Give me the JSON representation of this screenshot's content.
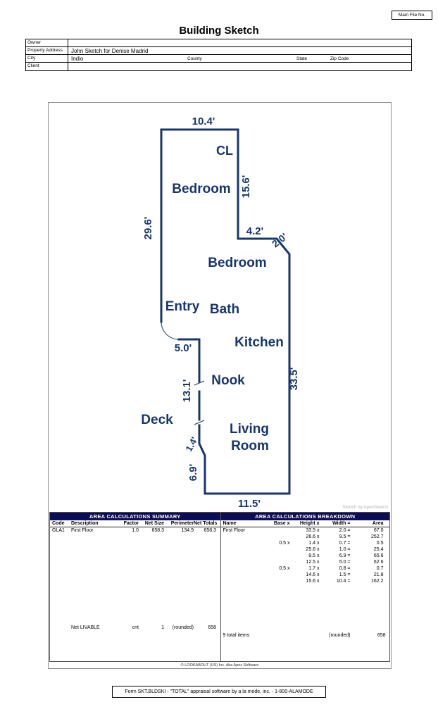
{
  "page": {
    "main_file_label": "Main File No.",
    "title": "Building Sketch",
    "sketch_credit": "Sketch by ApexSketch",
    "copyright": "© LOOKABOUT (US) Inc. dba Apex Software",
    "footer": "Form SKT.BLDSKI - \"TOTAL\" appraisal software by a la mode, inc. - 1-800-ALAMODE"
  },
  "form": {
    "owner_label": "Owner",
    "owner_value": "",
    "property_address_label": "Property Address",
    "property_address_value": "John Sketch for Denise Madrid",
    "city_label": "City",
    "city_value": "Indio",
    "county_label": "County",
    "county_value": "",
    "state_label": "State",
    "state_value": "",
    "zip_label": "Zip Code",
    "zip_value": "",
    "client_label": "Client",
    "client_value": ""
  },
  "sketch": {
    "colors": {
      "line": "#17366e"
    },
    "labels": {
      "dim_top": "10.4'",
      "cl": "CL",
      "bedroom1": "Bedroom",
      "dim_right_top": "15.6'",
      "dim_left": "29.6'",
      "dim_42": "4.2'",
      "dim_20": "2.0'",
      "bedroom2": "Bedroom",
      "entry": "Entry",
      "bath": "Bath",
      "kitchen": "Kitchen",
      "dim_50": "5.0'",
      "nook": "Nook",
      "dim_131": "13.1'",
      "dim_335": "33.5'",
      "deck": "Deck",
      "living1": "Living",
      "living2": "Room",
      "dim_14": "1.4'",
      "dim_69": "6.9'",
      "dim_115": "11.5'"
    }
  },
  "summary": {
    "title": "AREA CALCULATIONS SUMMARY",
    "headers": [
      "Code",
      "Description",
      "Factor",
      "Net Size",
      "Perimeter",
      "Net Totals"
    ],
    "rows": [
      [
        "GLA1",
        "First Floor",
        "1.0",
        "658.3",
        "134.9",
        "658.3"
      ]
    ],
    "footer": [
      "",
      "Net LIVABLE",
      "cnt",
      "1",
      "(rounded)",
      "658"
    ]
  },
  "breakdown": {
    "title": "AREA CALCULATIONS BREAKDOWN",
    "headers": [
      "Name",
      "Base x",
      "Height x",
      "Width =",
      "Area"
    ],
    "group": "First Floor",
    "rows": [
      {
        "base": "",
        "height": "33.5 x",
        "width": "2.0 =",
        "area": "67.0"
      },
      {
        "base": "",
        "height": "26.6 x",
        "width": "9.5 =",
        "area": "252.7"
      },
      {
        "base": "0.5 x",
        "height": "1.4 x",
        "width": "0.7 =",
        "area": "0.5"
      },
      {
        "base": "",
        "height": "25.6 x",
        "width": "1.0 =",
        "area": "25.4"
      },
      {
        "base": "",
        "height": "9.5 x",
        "width": "6.9 =",
        "area": "65.6"
      },
      {
        "base": "",
        "height": "12.5 x",
        "width": "5.0 =",
        "area": "62.6"
      },
      {
        "base": "0.5 x",
        "height": "1.7 x",
        "width": "0.8 =",
        "area": "0.7"
      },
      {
        "base": "",
        "height": "14.6 x",
        "width": "1.5 =",
        "area": "21.8"
      },
      {
        "base": "",
        "height": "15.6 x",
        "width": "10.4 =",
        "area": "162.2"
      }
    ],
    "footer": {
      "label": "9 total items",
      "rounded": "(rounded)",
      "total": "658"
    }
  }
}
